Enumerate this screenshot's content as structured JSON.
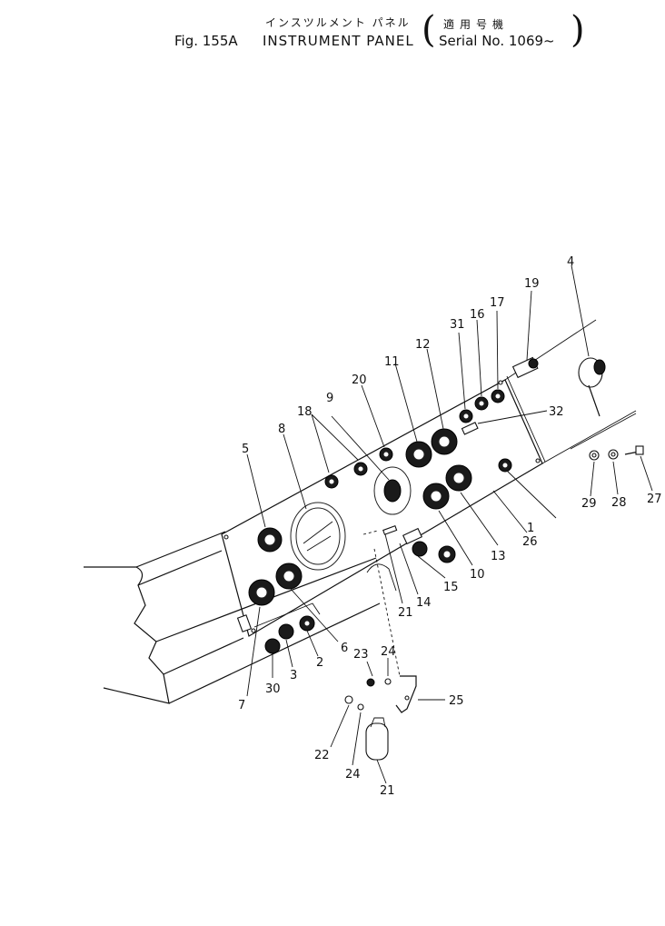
{
  "header": {
    "fig_no": "Fig. 155A",
    "title_jp": "インスツルメント パネル",
    "title_en": "INSTRUMENT PANEL",
    "serial_jp": "適用号機",
    "serial_en": "Serial No. 1069~"
  },
  "callouts": {
    "c1": "1",
    "c2": "2",
    "c3": "3",
    "c4": "4",
    "c5": "5",
    "c6": "6",
    "c7": "7",
    "c8": "8",
    "c9": "9",
    "c10": "10",
    "c11": "11",
    "c12": "12",
    "c13": "13",
    "c14": "14",
    "c15": "15",
    "c16": "16",
    "c17": "17",
    "c18": "18",
    "c19": "19",
    "c20": "20",
    "c21a": "21",
    "c21b": "21",
    "c22": "22",
    "c23": "23",
    "c24a": "24",
    "c24b": "24",
    "c25": "25",
    "c26": "26",
    "c27": "27",
    "c28": "28",
    "c29": "29",
    "c30": "30",
    "c31": "31",
    "c32": "32"
  }
}
